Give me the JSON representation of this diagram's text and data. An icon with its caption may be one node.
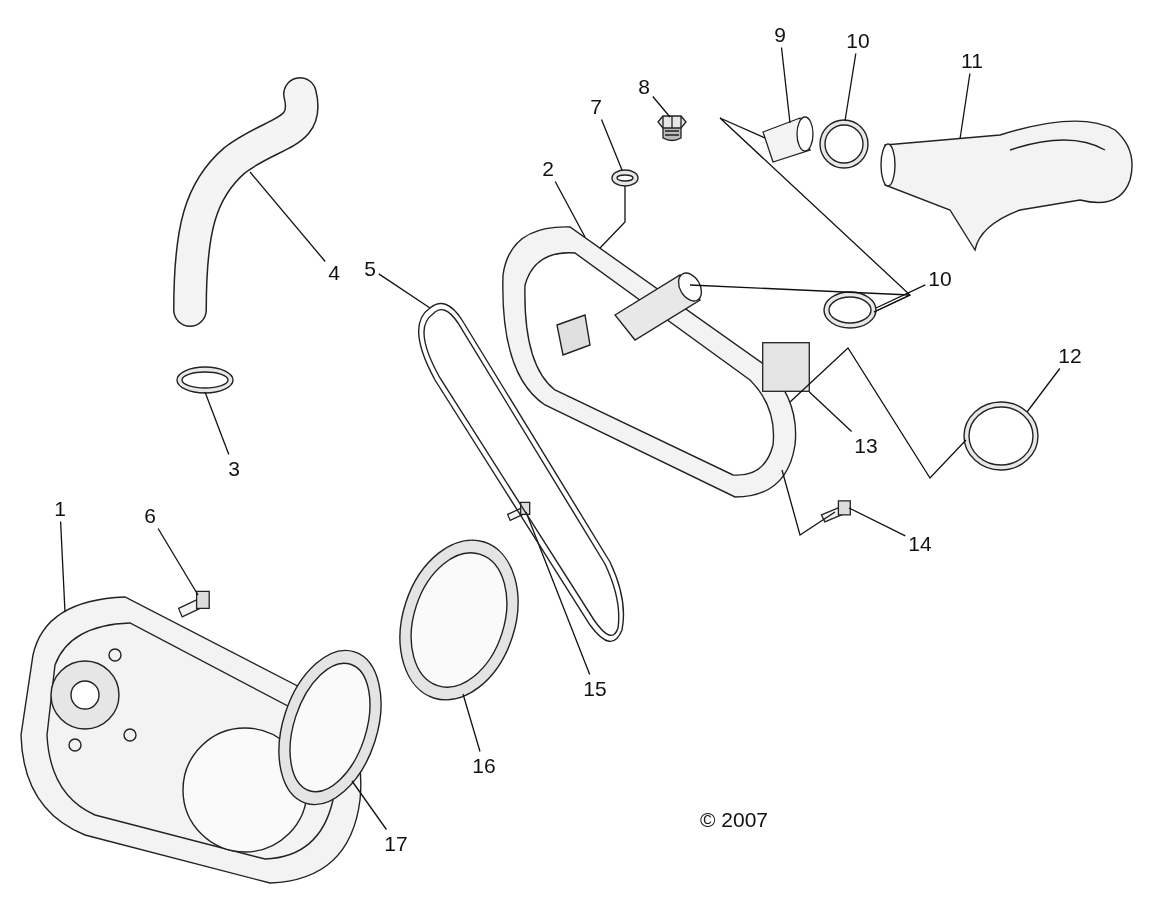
{
  "diagram": {
    "nodes": [
      {
        "text": [
          "1"
        ]
      },
      {
        "text": [],
        "shape": "picture"
      },
      {
        "text": [
          "2"
        ]
      },
      {
        "text": [],
        "shape": "picture"
      },
      {
        "text": [
          "3"
        ]
      },
      {
        "text": [],
        "shape": "picture"
      },
      {
        "text": [
          "4"
        ]
      },
      {
        "text": [],
        "shape": "picture"
      },
      {
        "text": [
          "5"
        ]
      },
      {
        "text": [],
        "shape": "picture"
      },
      {
        "text": [
          "6"
        ]
      },
      {
        "text": [],
        "shape": "picture"
      },
      {
        "text": [
          "7"
        ]
      },
      {
        "text": [],
        "shape": "picture"
      },
      {
        "text": [
          "8"
        ]
      },
      {
        "text": [],
        "shape": "picture"
      },
      {
        "text": [
          "9"
        ]
      },
      {
        "text": [],
        "shape": "picture"
      },
      {
        "text": [
          "10"
        ]
      },
      {
        "text": [],
        "shape": "picture"
      },
      {
        "text": [
          "11"
        ]
      },
      {
        "text": [],
        "shape": "picture"
      },
      {
        "text": [
          "10"
        ]
      },
      {
        "text": [],
        "shape": "picture"
      },
      {
        "text": [
          "12"
        ]
      },
      {
        "text": [],
        "shape": "picture"
      },
      {
        "text": [],
        "shape": "box"
      },
      {
        "text": [
          "13"
        ]
      },
      {
        "text": [
          "14"
        ]
      },
      {
        "text": [],
        "shape": "picture"
      },
      {
        "text": [],
        "shape": "picture"
      },
      {
        "text": [
          "15"
        ]
      },
      {
        "text": [],
        "shape": "picture"
      },
      {
        "text": [
          "16"
        ]
      },
      {
        "text": [],
        "shape": "picture"
      },
      {
        "text": [
          "17"
        ]
      }
    ],
    "edges": [
      {
        "from": 0,
        "to": 1,
        "arrow": "none"
      },
      {
        "from": 2,
        "to": 3,
        "arrow": "none"
      },
      {
        "from": 4,
        "to": 5,
        "arrow": "none"
      },
      {
        "from": 6,
        "to": 7,
        "arrow": "none"
      },
      {
        "from": 8,
        "to": 9,
        "arrow": "none"
      },
      {
        "from": 10,
        "to": 11,
        "arrow": "none"
      },
      {
        "from": 12,
        "to": 13,
        "arrow": "none"
      },
      {
        "from": 14,
        "to": 15,
        "arrow": "none"
      },
      {
        "from": 16,
        "to": 17,
        "arrow": "none"
      },
      {
        "from": 18,
        "to": 19,
        "arrow": "none"
      },
      {
        "from": 20,
        "to": 21,
        "arrow": "none"
      },
      {
        "from": 22,
        "to": 23,
        "arrow": "none"
      },
      {
        "from": 24,
        "to": 25,
        "arrow": "none"
      },
      {
        "from": 27,
        "to": 26,
        "arrow": "none"
      },
      {
        "from": 28,
        "to": 29,
        "arrow": "none"
      },
      {
        "from": 31,
        "to": 30,
        "arrow": "none"
      },
      {
        "from": 33,
        "to": 32,
        "arrow": "none"
      },
      {
        "from": 35,
        "to": 34,
        "arrow": "none"
      },
      {
        "from": 13,
        "to": 3,
        "arrow": "none"
      },
      {
        "from": 17,
        "to": 23,
        "arrow": "none"
      },
      {
        "from": 3,
        "to": 23,
        "arrow": "none"
      },
      {
        "from": 3,
        "to": 25,
        "arrow": "none"
      },
      {
        "from": 3,
        "to": 29,
        "arrow": "none"
      }
    ],
    "labels": [
      "© 2007"
    ]
  }
}
